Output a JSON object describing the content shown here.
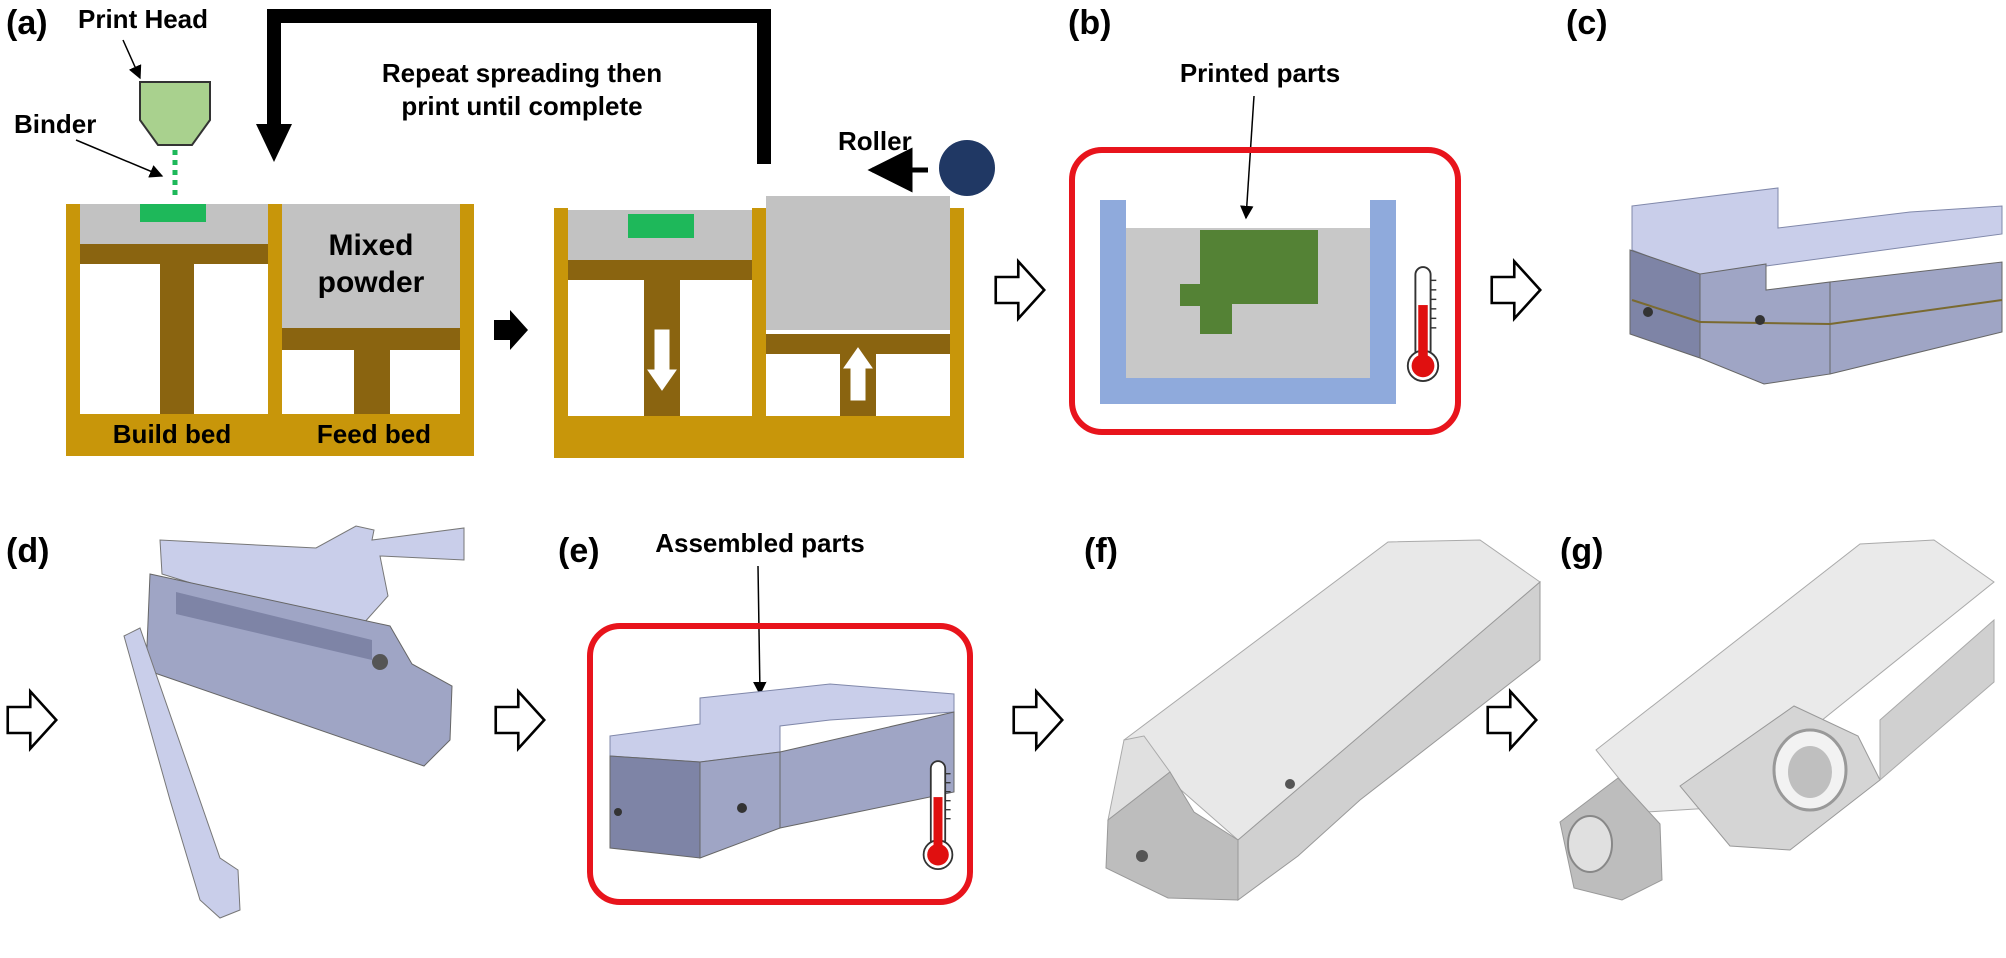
{
  "panels": {
    "a": "(a)",
    "b": "(b)",
    "c": "(c)",
    "d": "(d)",
    "e": "(e)",
    "f": "(f)",
    "g": "(g)"
  },
  "labels": {
    "print_head": "Print Head",
    "binder": "Binder",
    "repeat_line1": "Repeat spreading then",
    "repeat_line2": "print until complete",
    "roller": "Roller",
    "mixed_line1": "Mixed",
    "mixed_line2": "powder",
    "build_bed": "Build bed",
    "feed_bed": "Feed bed",
    "printed_parts": "Printed parts",
    "assembled_parts": "Assembled parts"
  },
  "colors": {
    "frame_gold": "#C8960A",
    "piston_brown": "#8A6410",
    "powder_gray": "#C2C2C2",
    "binder_green": "#1EB85A",
    "print_head_green": "#A9D18E",
    "part_green": "#548235",
    "roller_navy": "#203864",
    "furnace_red": "#E8141C",
    "crucible_blue": "#8FAADC",
    "thermo_red": "#E01010",
    "part_face_top": "#C9CEEA",
    "part_face_side": "#9FA5C5",
    "part_face_dark": "#7E84A6",
    "metal_light": "#E6E6E6",
    "metal_mid": "#BDBDBD"
  },
  "icons": [
    "outline-arrow-icon",
    "thermometer-icon",
    "solid-arrow-icon"
  ]
}
